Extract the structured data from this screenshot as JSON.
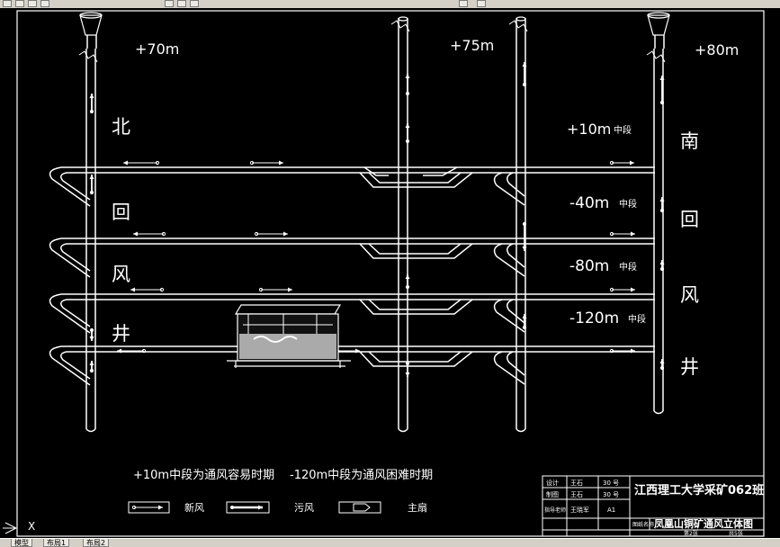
{
  "toolbar": {
    "icons": [
      "window-icon",
      "save-icon",
      "print-icon",
      "snap-icon",
      "layer-icon",
      "color-icon",
      "match-icon",
      "undo-icon",
      "help-icon"
    ]
  },
  "diagram": {
    "shaft_labels": {
      "left": "+70m",
      "middle": "+75m",
      "right": "+80m"
    },
    "north_shaft_chars": [
      "北",
      "回",
      "风",
      "井"
    ],
    "south_shaft_chars": [
      "南",
      "回",
      "风",
      "井"
    ],
    "levels": [
      "+10m",
      "-40m",
      "-80m",
      "-120m"
    ],
    "level_suffix": "中段",
    "caption_easy": "+10m中段为通风容易时期",
    "caption_hard": "-120m中段为通风困难时期",
    "legend": [
      {
        "key": "fresh",
        "label": "新风"
      },
      {
        "key": "dirty",
        "label": "污风"
      },
      {
        "key": "fan",
        "label": "主扇"
      }
    ],
    "colors": {
      "line": "#ffffff",
      "background": "#000000"
    }
  },
  "title_block": {
    "rows": [
      {
        "role": "设计",
        "name": "王石",
        "num": "30 号"
      },
      {
        "role": "制图",
        "name": "王石",
        "num": "30 号"
      },
      {
        "role": "指导老师",
        "name": "王晓军",
        "num": "A1"
      }
    ],
    "scale_label": "图纸名称",
    "school": "江西理工大学采矿062班",
    "drawing_title": "凤凰山铜矿通风立体图",
    "footer": [
      "第2张",
      "共5张"
    ]
  },
  "status": {
    "tabs": [
      "模型",
      "布局1",
      "布局2"
    ],
    "ucs": "X"
  }
}
